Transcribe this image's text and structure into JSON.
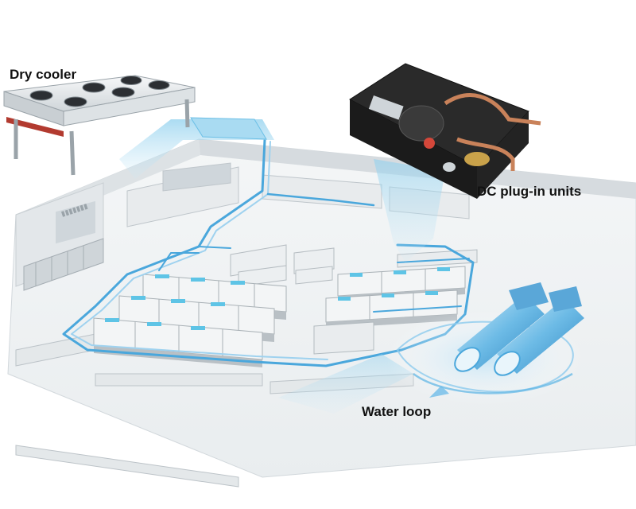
{
  "labels": {
    "dry_cooler": "Dry cooler",
    "dc_plugin_units": "DC plug-in units",
    "water_loop": "Water loop"
  },
  "colors": {
    "background": "#ffffff",
    "floor": "#f1f3f4",
    "wall": "#dde2e5",
    "fixture": "#e7eaec",
    "fixture_dark": "#b9c0c5",
    "pipe": "#4aa7dc",
    "pipe_light": "#9fd2ef",
    "accent_cyan": "#5ec4e6",
    "plug_unit_body": "#1b1b1b",
    "copper": "#c9825a",
    "text": "#111111"
  },
  "icons": {
    "dry_cooler": "dry-cooler-unit",
    "plug_in_unit": "refrigeration-plug-in-unit",
    "water_splash": "water-splash-icon"
  }
}
